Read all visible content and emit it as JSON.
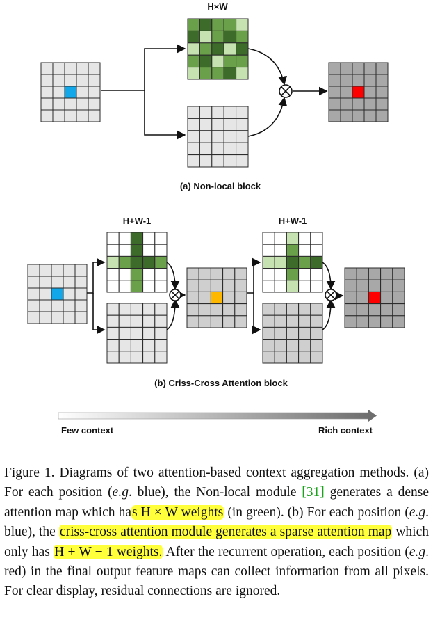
{
  "diagram": {
    "panel_a": {
      "map_label": "H×W",
      "caption": "(a) Non-local block"
    },
    "panel_b": {
      "map_label_1": "H+W-1",
      "map_label_2": "H+W-1",
      "caption": "(b) Criss-Cross Attention block"
    },
    "context_bar": {
      "left_label": "Few context",
      "right_label": "Rich context"
    },
    "colors": {
      "input_cell": "#e6e6e6",
      "query_cell": "#12a7e8",
      "intermediate_cell": "#cfcfcf",
      "intermediate_highlight": "#ffb800",
      "output_cell": "#a8a8a8",
      "output_highlight": "#ff0000",
      "attention_green_dark": "#3c6b2a",
      "attention_green_mid": "#6aa04a",
      "attention_green_light": "#c6e2b0"
    }
  },
  "caption": {
    "prefix": "Figure 1. Diagrams of two attention-based context aggregation methods. (a) For each position (",
    "eg1": "e.g",
    "part1": ". blue), the Non-local module ",
    "ref": "[31]",
    "part2": " generates a dense attention map which ha",
    "hl1": "s H × W weights",
    "part3": " (in green). (b) For each position (",
    "eg2": "e.g",
    "part4": ". blue), the ",
    "hl2": "criss-cross attention module generates a sparse attention map",
    "part5": " which only has ",
    "hl3": "H + W − 1 weights.",
    "part6": " After the recurrent operation, each position (",
    "eg3": "e.g",
    "part7": ". red) in the final output feature maps can collect information from all pixels. For clear display, residual connections are ignored."
  }
}
